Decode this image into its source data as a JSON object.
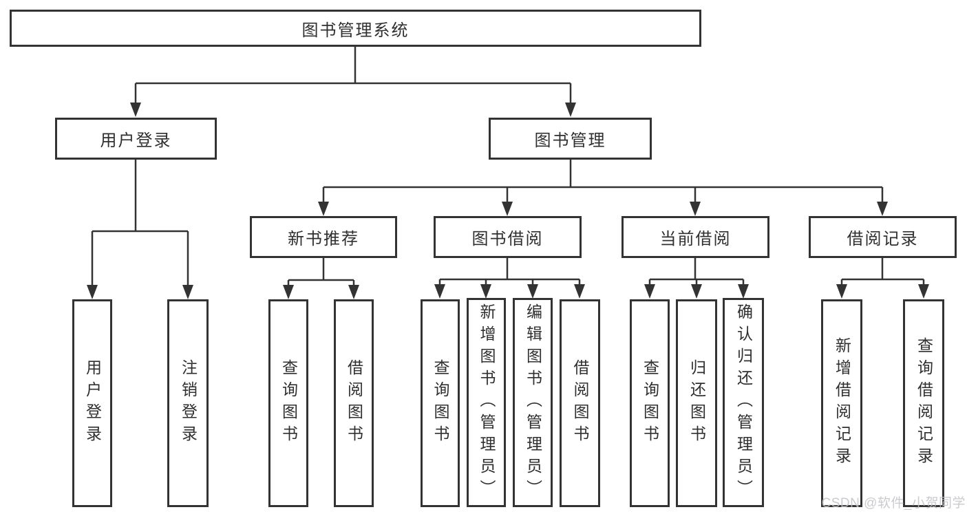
{
  "diagram": {
    "root": {
      "label": "图书管理系统"
    },
    "level2": [
      {
        "label": "用户登录"
      },
      {
        "label": "图书管理"
      }
    ],
    "level3": [
      {
        "label": "新书推荐",
        "parent": "图书管理"
      },
      {
        "label": "图书借阅",
        "parent": "图书管理"
      },
      {
        "label": "当前借阅",
        "parent": "图书管理"
      },
      {
        "label": "借阅记录",
        "parent": "图书管理"
      }
    ],
    "leaves": [
      {
        "label": "用户登录",
        "parent": "用户登录"
      },
      {
        "label": "注销登录",
        "parent": "用户登录"
      },
      {
        "label": "查询图书",
        "parent": "新书推荐"
      },
      {
        "label": "借阅图书",
        "parent": "新书推荐"
      },
      {
        "label": "查询图书",
        "parent": "图书借阅"
      },
      {
        "label": "新增图书（管理员）",
        "parent": "图书借阅"
      },
      {
        "label": "编辑图书（管理员）",
        "parent": "图书借阅"
      },
      {
        "label": "借阅图书",
        "parent": "图书借阅"
      },
      {
        "label": "查询图书",
        "parent": "当前借阅"
      },
      {
        "label": "归还图书",
        "parent": "当前借阅"
      },
      {
        "label": "确认归还（管理员）",
        "parent": "当前借阅"
      },
      {
        "label": "新增借阅记录",
        "parent": "借阅记录"
      },
      {
        "label": "查询借阅记录",
        "parent": "借阅记录"
      }
    ]
  },
  "watermark": "CSDN @软件_小贺同学",
  "colors": {
    "line": "#333333",
    "text": "#2f2f2f",
    "watermark": "#c3c3c7",
    "background": "#ffffff"
  }
}
